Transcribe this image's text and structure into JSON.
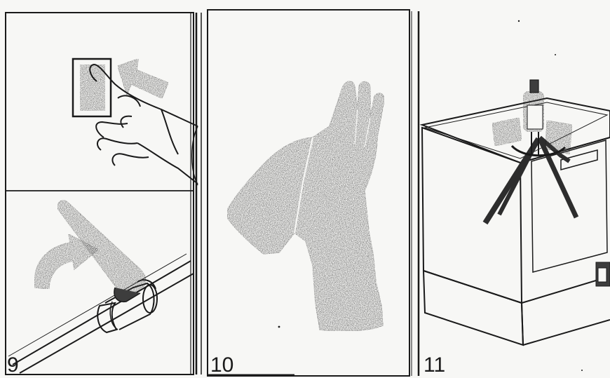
{
  "panels": [
    {
      "number": "9"
    },
    {
      "number": "10"
    },
    {
      "number": "11"
    }
  ],
  "colors": {
    "ink": "#1a1a1a",
    "paper": "#f7f7f5",
    "shade": "#3d3d3d"
  }
}
